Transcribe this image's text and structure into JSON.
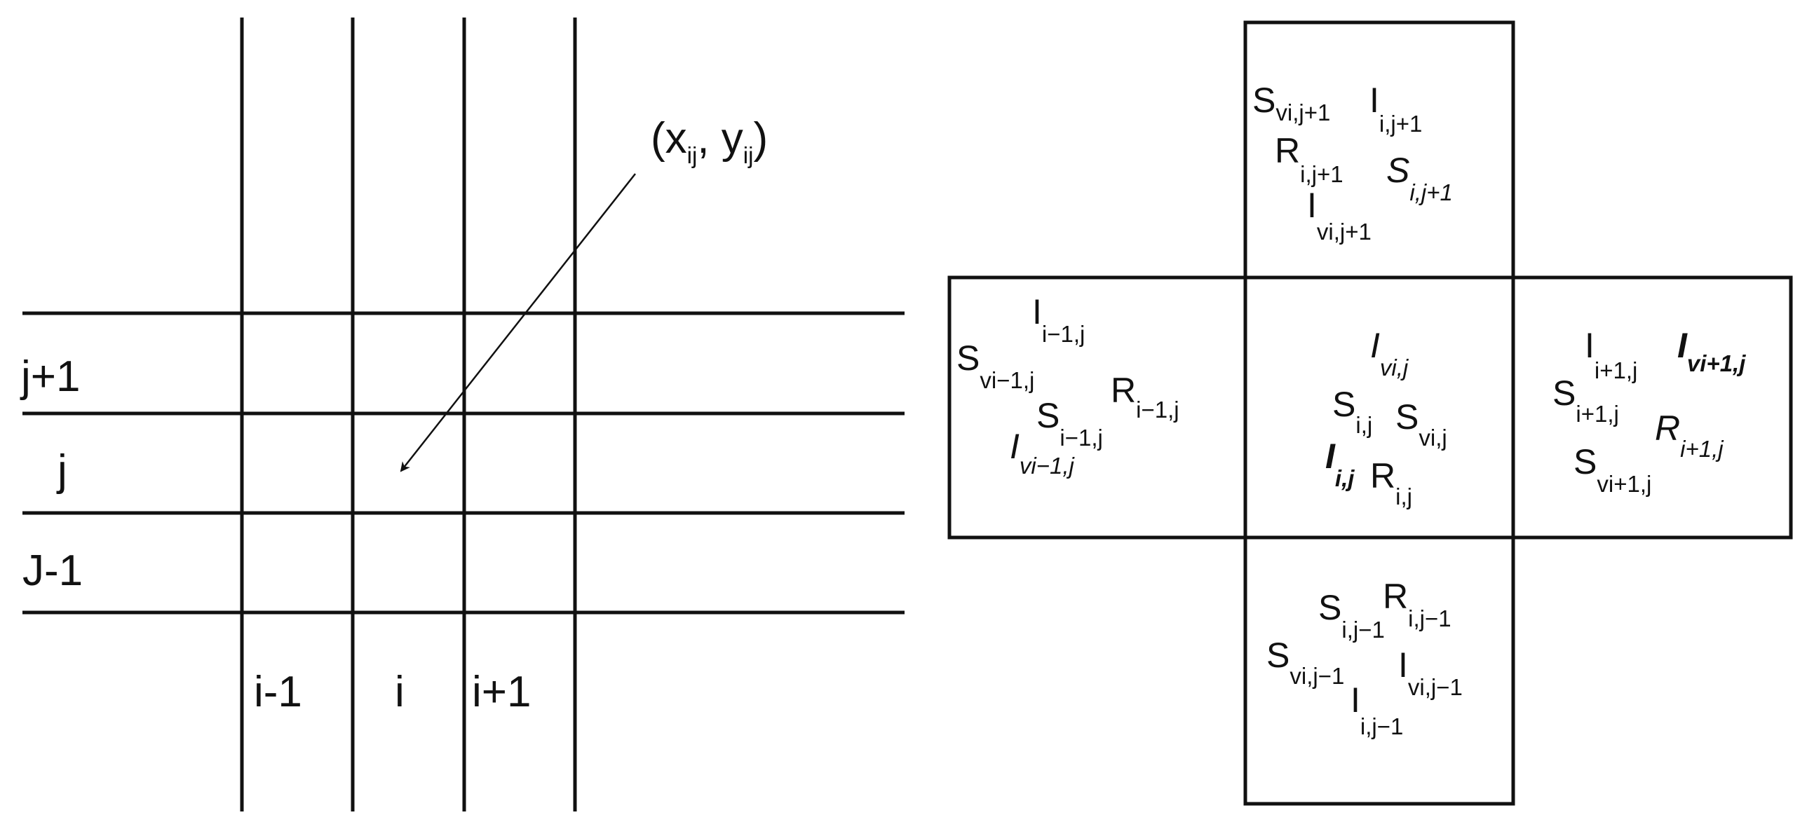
{
  "grid": {
    "row_labels": [
      "j+1",
      "j",
      "J-1"
    ],
    "col_labels": [
      "i-1",
      "i",
      "i+1"
    ],
    "point_label": {
      "x_var": "x",
      "x_sub": "ij",
      "y_var": "y",
      "y_sub": "ij"
    }
  },
  "stencil": {
    "top": {
      "terms": [
        {
          "base": "S",
          "sub": "vi,j+1"
        },
        {
          "base": "I",
          "sub": "i,j+1"
        },
        {
          "base": "R",
          "sub": "i,j+1"
        },
        {
          "base": "S",
          "sub": "i,j+1"
        },
        {
          "base": "I",
          "sub": "vi,j+1"
        }
      ]
    },
    "left": {
      "terms": [
        {
          "base": "I",
          "sub": "i−1,j"
        },
        {
          "base": "S",
          "sub": "vi−1,j"
        },
        {
          "base": "R",
          "sub": "i−1,j"
        },
        {
          "base": "S",
          "sub": "i−1,j"
        },
        {
          "base": "I",
          "sub": "vi−1,j"
        }
      ]
    },
    "center": {
      "terms": [
        {
          "base": "I",
          "sub": "vi,j"
        },
        {
          "base": "S",
          "sub": "i,j"
        },
        {
          "base": "S",
          "sub": "vi,j"
        },
        {
          "base": "I",
          "sub": "i,j"
        },
        {
          "base": "R",
          "sub": "i,j"
        }
      ]
    },
    "right": {
      "terms": [
        {
          "base": "I",
          "sub": "i+1,j"
        },
        {
          "base": "I",
          "sub": "vi+1,j"
        },
        {
          "base": "S",
          "sub": "i+1,j"
        },
        {
          "base": "R",
          "sub": "i+1,j"
        },
        {
          "base": "S",
          "sub": "vi+1,j"
        }
      ]
    },
    "bottom": {
      "terms": [
        {
          "base": "S",
          "sub": "i,j−1"
        },
        {
          "base": "R",
          "sub": "i,j−1"
        },
        {
          "base": "S",
          "sub": "vi,j−1"
        },
        {
          "base": "I",
          "sub": "vi,j−1"
        },
        {
          "base": "I",
          "sub": "i,j−1"
        }
      ]
    }
  }
}
